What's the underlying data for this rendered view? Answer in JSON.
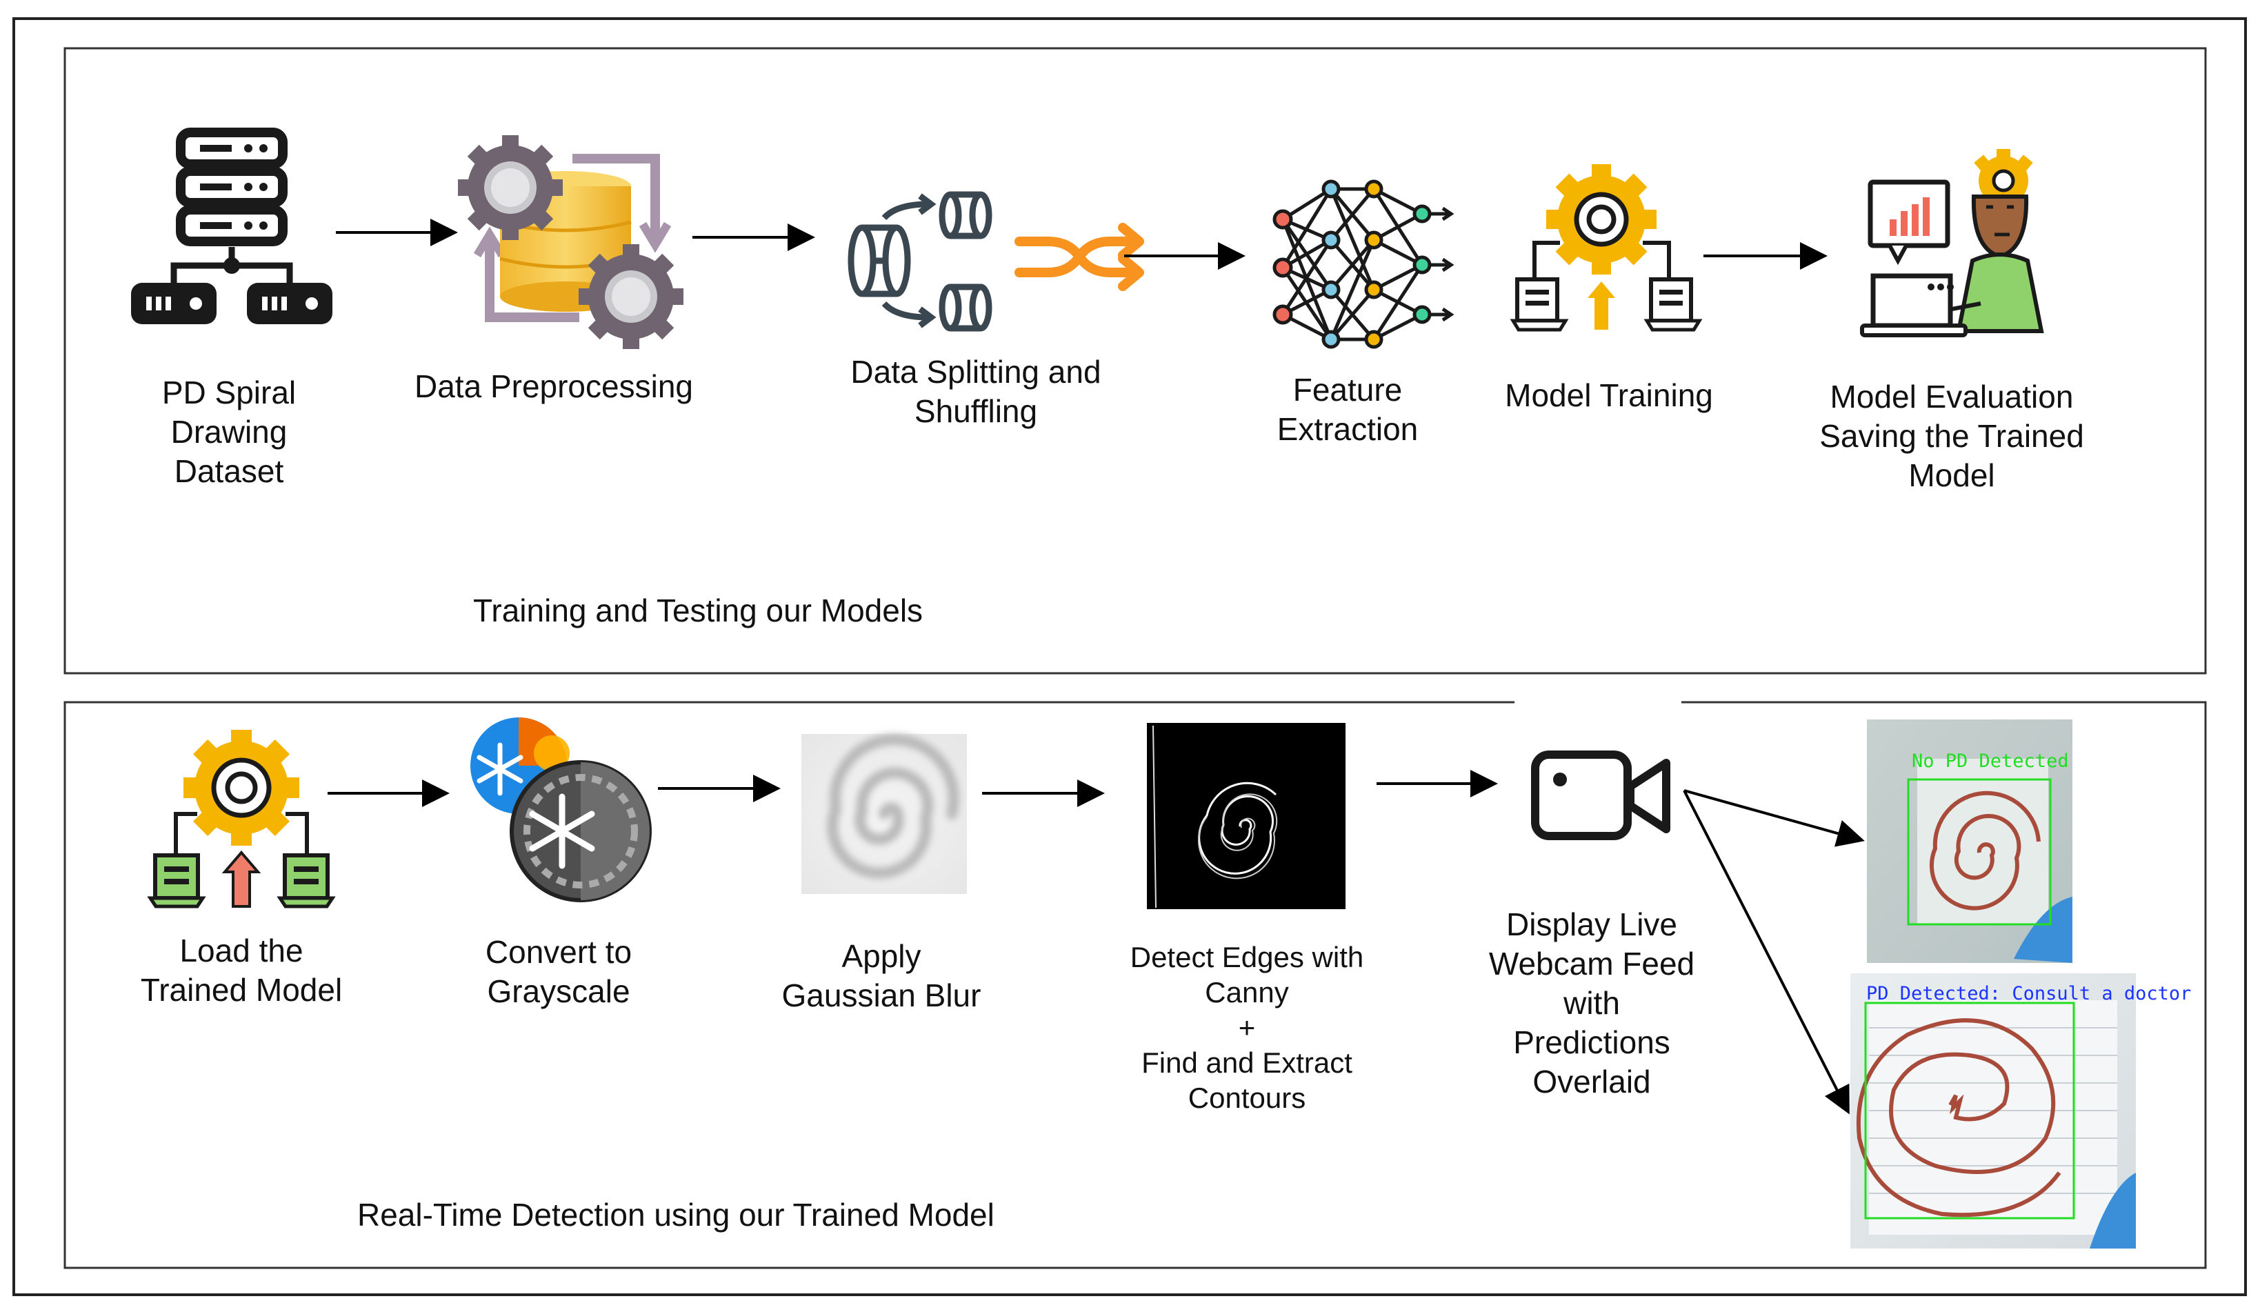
{
  "sections": {
    "training_title": "Training and Testing our Models",
    "realtime_title": "Real-Time Detection using our Trained Model"
  },
  "training_steps": [
    {
      "icon": "database-server-icon",
      "lines": [
        "PD Spiral",
        "Drawing",
        "Dataset"
      ]
    },
    {
      "icon": "gears-database-icon",
      "lines": [
        "Data Preprocessing"
      ]
    },
    {
      "icon": "split-shuffle-icon",
      "lines": [
        "Data Splitting and",
        "Shuffling"
      ]
    },
    {
      "icon": "neural-network-icon",
      "lines": [
        "Feature",
        "Extraction"
      ]
    },
    {
      "icon": "gear-training-icon",
      "lines": [
        "Model Training"
      ]
    },
    {
      "icon": "analyst-laptop-icon",
      "lines": [
        "Model Evaluation",
        "Saving the Trained",
        "Model"
      ]
    }
  ],
  "detection_steps": [
    {
      "icon": "gear-load-model-icon",
      "lines": [
        "Load the",
        "Trained Model"
      ]
    },
    {
      "icon": "grayscale-snowflake-icon",
      "lines": [
        "Convert to",
        "Grayscale"
      ]
    },
    {
      "icon": "blurred-spiral-image",
      "lines": [
        "Apply",
        "Gaussian Blur"
      ]
    },
    {
      "icon": "canny-edges-image",
      "lines": [
        "Detect Edges with",
        "Canny",
        "+",
        "Find and Extract",
        "Contours"
      ]
    },
    {
      "icon": "webcam-icon",
      "lines": [
        "Display Live",
        "Webcam Feed",
        "with",
        "Predictions",
        "Overlaid"
      ]
    }
  ],
  "predictions": {
    "negative_label": "No PD Detected",
    "positive_label": "PD Detected: Consult a doctor",
    "negative_color": "#22dd22",
    "positive_color": "#1a33ff"
  },
  "colors": {
    "gear_yellow": "#f5b400",
    "gear_gray": "#7a6f78",
    "cylinder_yellow": "#f7c948",
    "orange": "#f7931e",
    "green_doc": "#8fd16b",
    "red_arrow": "#f07c6a",
    "skin": "#a0643c"
  }
}
